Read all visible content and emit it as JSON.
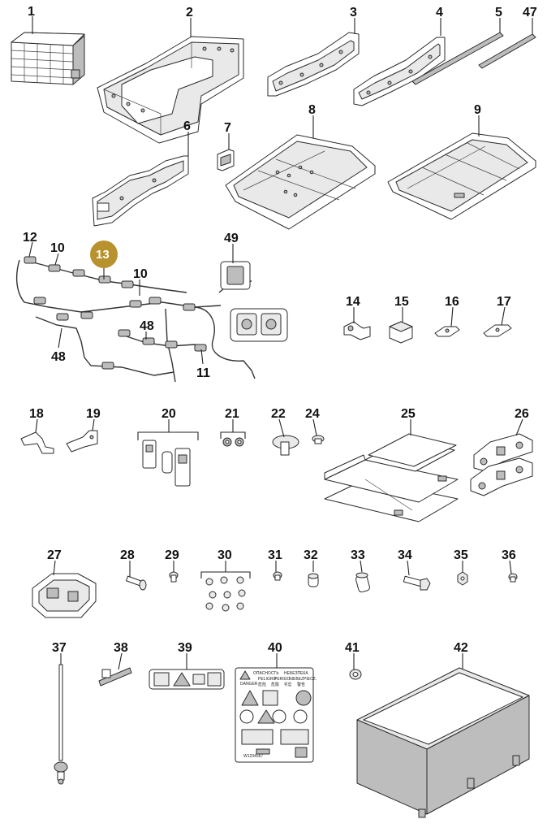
{
  "diagram": {
    "highlight_color": "#b8922e",
    "highlighted_part": "13",
    "labels": {
      "p1": "1",
      "p2": "2",
      "p3": "3",
      "p4": "4",
      "p5": "5",
      "p47": "47",
      "p6": "6",
      "p7": "7",
      "p8": "8",
      "p9": "9",
      "p12": "12",
      "p10a": "10",
      "p13": "13",
      "p10b": "10",
      "p49": "49",
      "p48a": "48",
      "p48b": "48",
      "p11": "11",
      "p14": "14",
      "p15": "15",
      "p16": "16",
      "p17": "17",
      "p18": "18",
      "p19": "19",
      "p20": "20",
      "p21": "21",
      "p22": "22",
      "p24": "24",
      "p25": "25",
      "p26": "26",
      "p27": "27",
      "p28": "28",
      "p29": "29",
      "p30": "30",
      "p31": "31",
      "p32": "32",
      "p33": "33",
      "p34": "34",
      "p35": "35",
      "p36": "36",
      "p37": "37",
      "p38": "38",
      "p39": "39",
      "p40": "40",
      "p41": "41",
      "p42": "42"
    },
    "label_40": {
      "header_left": "ОПАСНОСТЬ",
      "header_right": "НЕБЕЗПЕКА",
      "danger": "DANGER",
      "line2_a": "PELIGRO",
      "line2_b": "PERIGO",
      "line2_c": "NIEBEZPIECZ.",
      "line3_a": "危险",
      "line3_b": "危險",
      "line3_c": "위험",
      "line3_d": "警告",
      "code": "W1234567"
    }
  }
}
